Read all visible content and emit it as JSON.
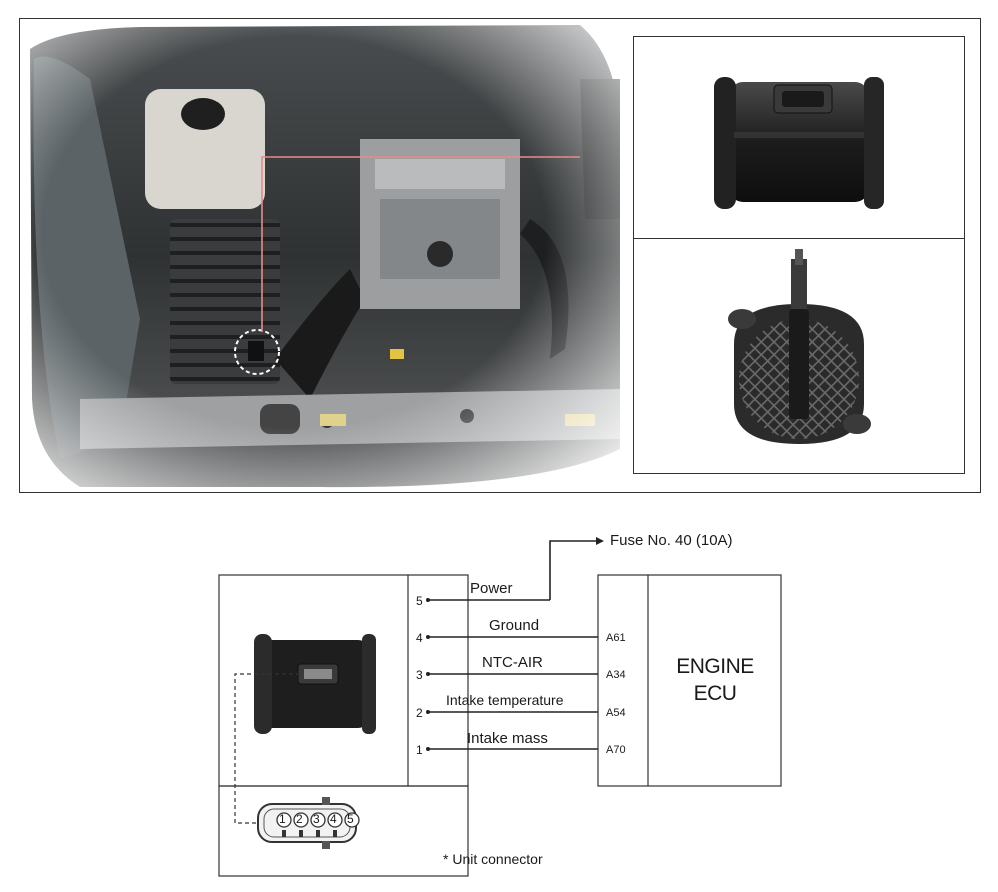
{
  "diagram": {
    "fuse": "Fuse No. 40 (10A)",
    "wires": [
      {
        "pin": "5",
        "label": "Power",
        "ecu_pin": ""
      },
      {
        "pin": "4",
        "label": "Ground",
        "ecu_pin": "A61"
      },
      {
        "pin": "3",
        "label": "NTC-AIR",
        "ecu_pin": "A34"
      },
      {
        "pin": "2",
        "label": "Intake temperature",
        "ecu_pin": "A54"
      },
      {
        "pin": "1",
        "label": "Intake mass",
        "ecu_pin": "A70"
      }
    ],
    "ecu": {
      "line1": "ENGINE",
      "line2": "ECU"
    },
    "connector_pins": [
      "1",
      "2",
      "3",
      "4",
      "5"
    ],
    "connector_note": "* Unit connector"
  },
  "colors": {
    "leader_line": "#e88a8a",
    "frame": "#333333"
  }
}
